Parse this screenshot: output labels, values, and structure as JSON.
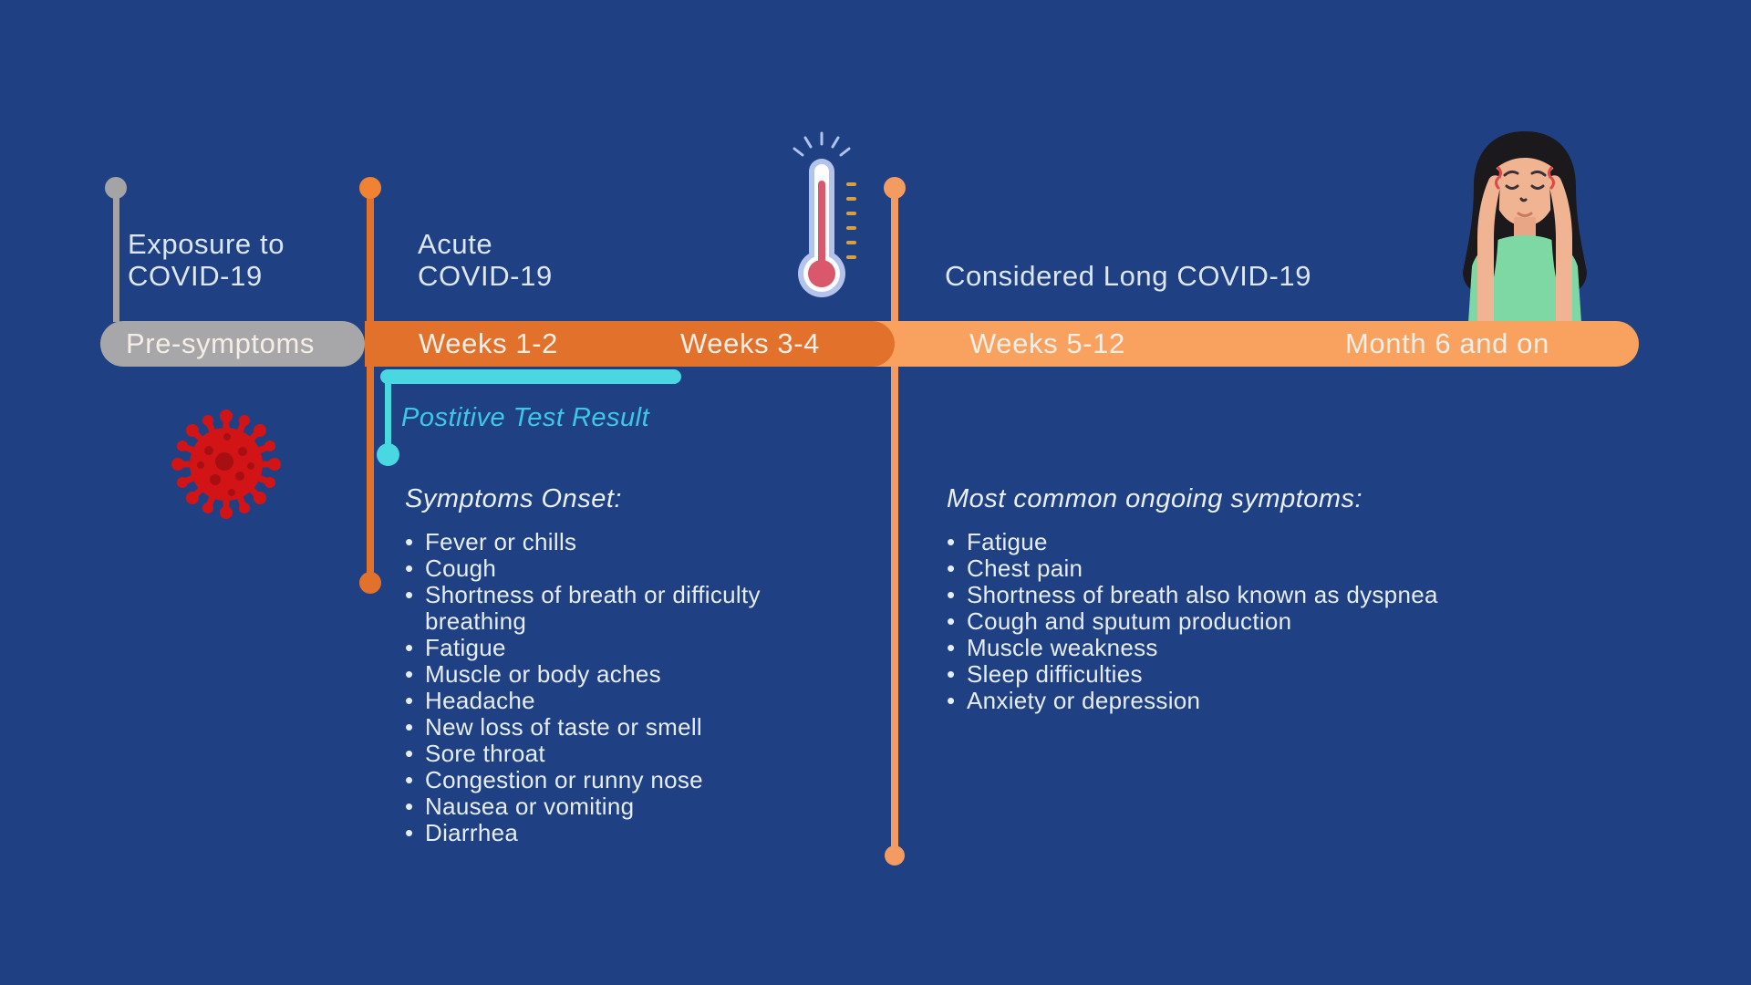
{
  "stages": {
    "exposure": {
      "line1": "Exposure to",
      "line2": "COVID-19"
    },
    "acute": {
      "line1": "Acute",
      "line2": "COVID-19"
    },
    "long_covid": {
      "label": "Considered Long COVID-19"
    }
  },
  "timeline": {
    "segments": [
      {
        "label": "Pre-symptoms",
        "color": "#A7A6A8"
      },
      {
        "label": "Weeks 1-2",
        "color": "#E2712B"
      },
      {
        "label": "Weeks 3-4",
        "color": "#E2712B"
      },
      {
        "label": "Weeks 5-12",
        "color": "#F9A25F"
      },
      {
        "label": "Month 6 and on",
        "color": "#F9A25F"
      }
    ]
  },
  "positive_test": {
    "label": "Postitive Test Result",
    "color": "#45D5E6"
  },
  "acute_symptoms": {
    "title": "Symptoms Onset:",
    "items": [
      "Fever or chills",
      "Cough",
      "Shortness of breath or difficulty breathing",
      "Fatigue",
      "Muscle or body aches",
      "Headache",
      "New loss of taste or smell",
      "Sore throat",
      "Congestion or runny nose",
      "Nausea or vomiting",
      "Diarrhea"
    ]
  },
  "long_symptoms": {
    "title": "Most common ongoing symptoms:",
    "items": [
      "Fatigue",
      "Chest pain",
      "Shortness of breath also known as dyspnea",
      "Cough and sputum production",
      "Muscle weakness",
      "Sleep difficulties",
      "Anxiety or depression"
    ]
  },
  "icons": {
    "virus": "coronavirus-icon",
    "thermometer": "fever-thermometer-icon",
    "woman": "woman-headache-illustration"
  },
  "colors": {
    "background": "#1F4083",
    "dark_orange": "#E2712B",
    "light_orange": "#F9A25F",
    "gray": "#A7A6A8",
    "cyan": "#45D5E6",
    "virus_red": "#D21417"
  }
}
